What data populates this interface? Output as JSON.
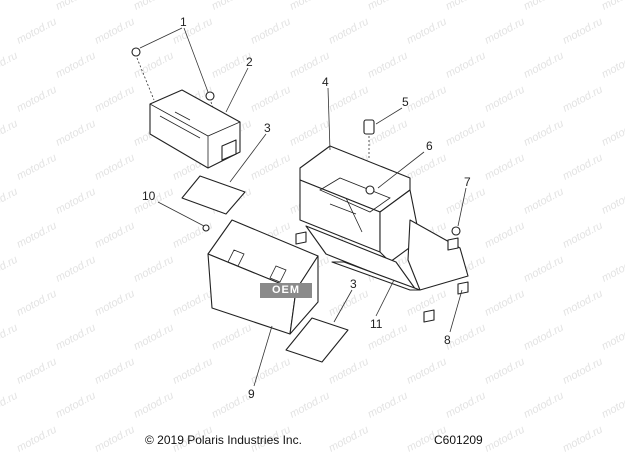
{
  "watermark": "motod.ru",
  "oem_badge": "OEM",
  "callouts": {
    "c1": "1",
    "c2": "2",
    "c3_top": "3",
    "c3_bottom": "3",
    "c4": "4",
    "c5": "5",
    "c6": "6",
    "c7": "7",
    "c8": "8",
    "c9": "9",
    "c10": "10",
    "c11": "11"
  },
  "footer": {
    "copyright": "© 2019 Polaris Industries Inc.",
    "figure_code": "C601209"
  }
}
